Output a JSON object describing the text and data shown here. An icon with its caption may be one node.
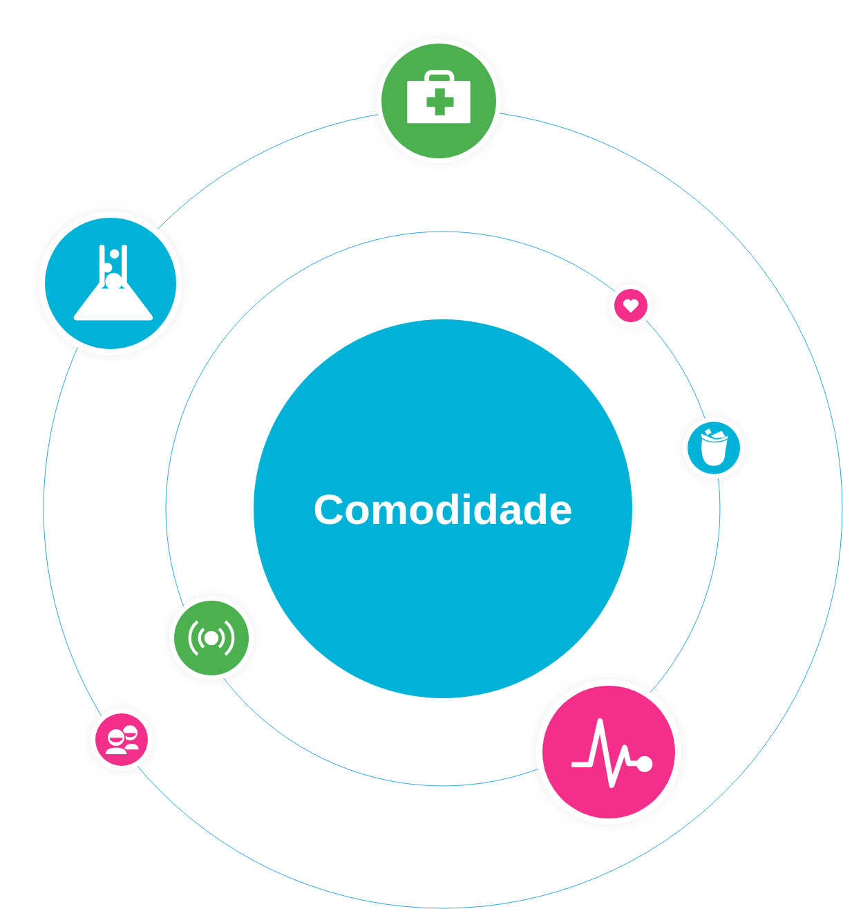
{
  "diagram": {
    "nodes": [
      {
        "text": [],
        "shape": "circle"
      },
      {
        "text": [],
        "shape": "circle"
      },
      {
        "text": [],
        "shape": "circle"
      },
      {
        "text": [],
        "shape": "circle"
      },
      {
        "text": [
          "Comodidade"
        ]
      },
      {
        "text": [],
        "shape": "circle"
      },
      {
        "text": [],
        "shape": "circle"
      },
      {
        "text": [],
        "shape": "circle"
      }
    ]
  }
}
